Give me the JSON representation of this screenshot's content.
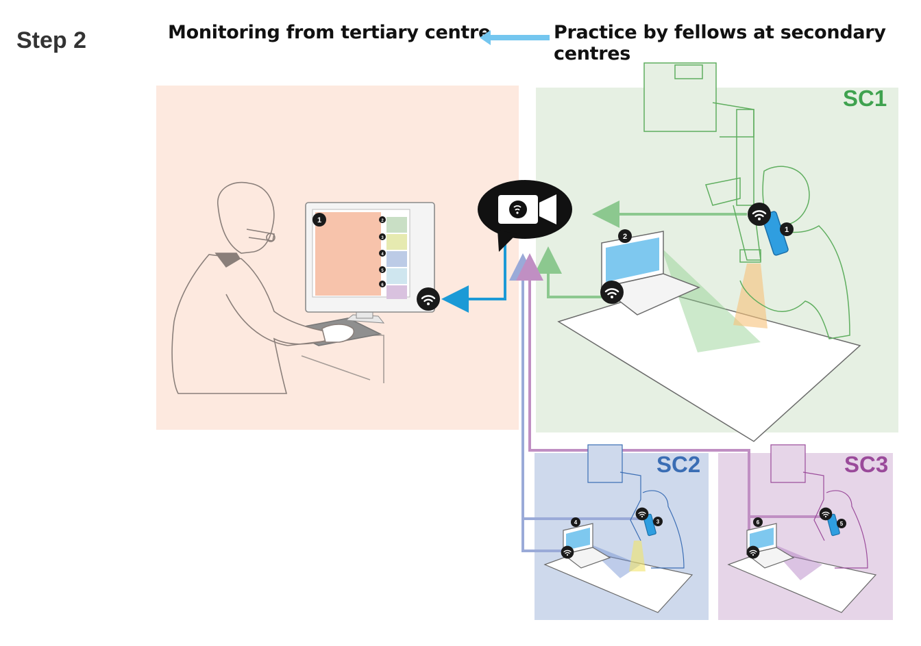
{
  "step_title": "Step 2",
  "header": {
    "left_text": "Monitoring from tertiary centre",
    "right_text": "Practice by fellows at secondary centres"
  },
  "sites": {
    "sc1": "SC1",
    "sc2": "SC2",
    "sc3": "SC3"
  },
  "badges": {
    "monitor_feed_main": "1",
    "monitor_feed_2": "2",
    "monitor_feed_3": "3",
    "monitor_feed_4": "4",
    "monitor_feed_5": "5",
    "monitor_feed_6": "6",
    "sc1_phone": "1",
    "sc1_laptop": "2",
    "sc2_phone": "3",
    "sc2_laptop": "4",
    "sc3_phone": "5",
    "sc3_laptop": "6"
  },
  "colors": {
    "tertiary_panel": "#fde9df",
    "sc1_panel": "#e6f0e3",
    "sc2_panel": "#ced9ec",
    "sc3_panel": "#e6d5e8",
    "sc1_accent": "#3fa24f",
    "sc2_accent": "#3a6db4",
    "sc3_accent": "#9a4a9a",
    "link_blue": "#1b9ad6",
    "header_arrow": "#74c6ef",
    "feed_green": "#c9dfc5",
    "feed_yellow": "#e6eab0",
    "feed_blue": "#bccbe6",
    "feed_cyan": "#cfe6ef",
    "feed_purple": "#d9c2df",
    "feed_main": "#f7c3ab"
  },
  "icons": [
    "wifi-icon",
    "video-camera-icon",
    "monitor-icon",
    "laptop-icon",
    "smartphone-icon",
    "microscope-icon",
    "person-icon"
  ]
}
